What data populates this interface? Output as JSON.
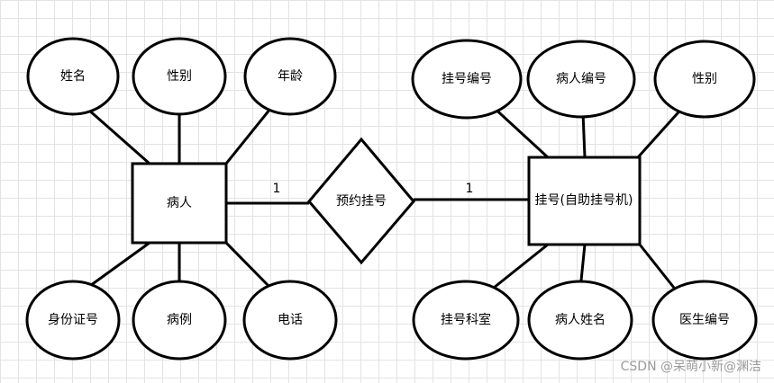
{
  "entities": {
    "patient": {
      "label": "病人",
      "attributes": [
        "姓名",
        "性别",
        "年龄",
        "身份证号",
        "病例",
        "电话"
      ]
    },
    "registration": {
      "label": "挂号(自助挂号机)",
      "attributes": [
        "挂号编号",
        "病人编号",
        "性别",
        "挂号科室",
        "病人姓名",
        "医生编号"
      ]
    }
  },
  "relationship": {
    "label": "预约挂号",
    "cardinality_left": "1",
    "cardinality_right": "1"
  },
  "watermark": "CSDN @呆萌小新@渊洁"
}
